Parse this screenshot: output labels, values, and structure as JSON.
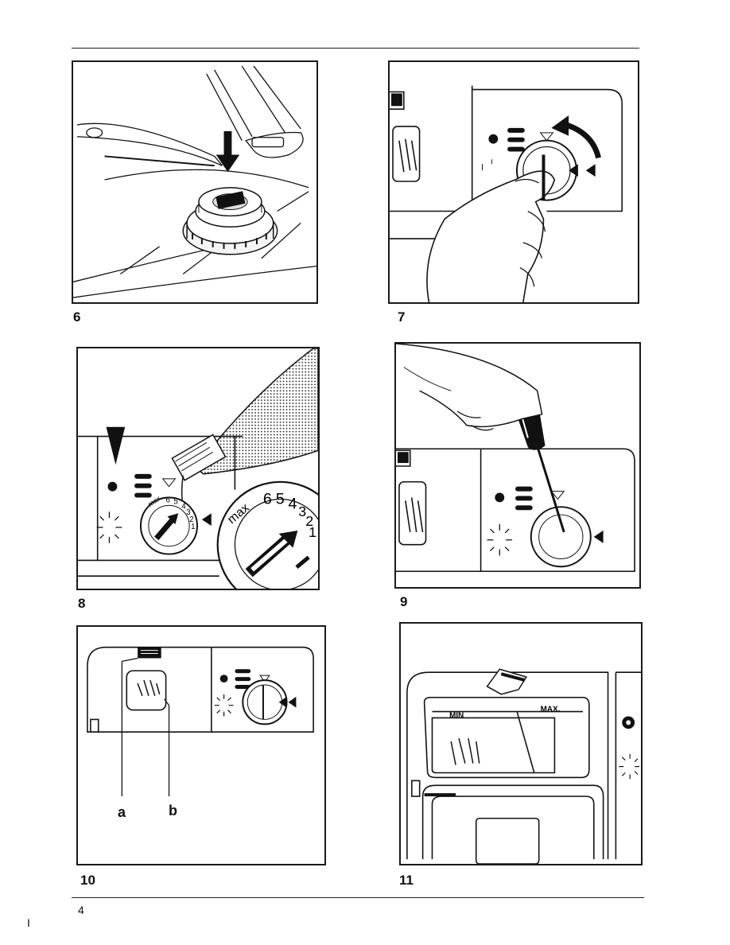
{
  "figures": [
    {
      "number": "6"
    },
    {
      "number": "7"
    },
    {
      "number": "8"
    },
    {
      "number": "9"
    },
    {
      "number": "10",
      "callouts": [
        "a",
        "b"
      ]
    },
    {
      "number": "11",
      "gauge": {
        "min_label": "MIN",
        "max_label": "MAX."
      }
    }
  ],
  "dial": {
    "max_label": "max",
    "scale": [
      "6",
      "5",
      "4",
      "3",
      "2",
      "1"
    ]
  },
  "footer": {
    "page_number": "4",
    "margin_mark": "I"
  }
}
